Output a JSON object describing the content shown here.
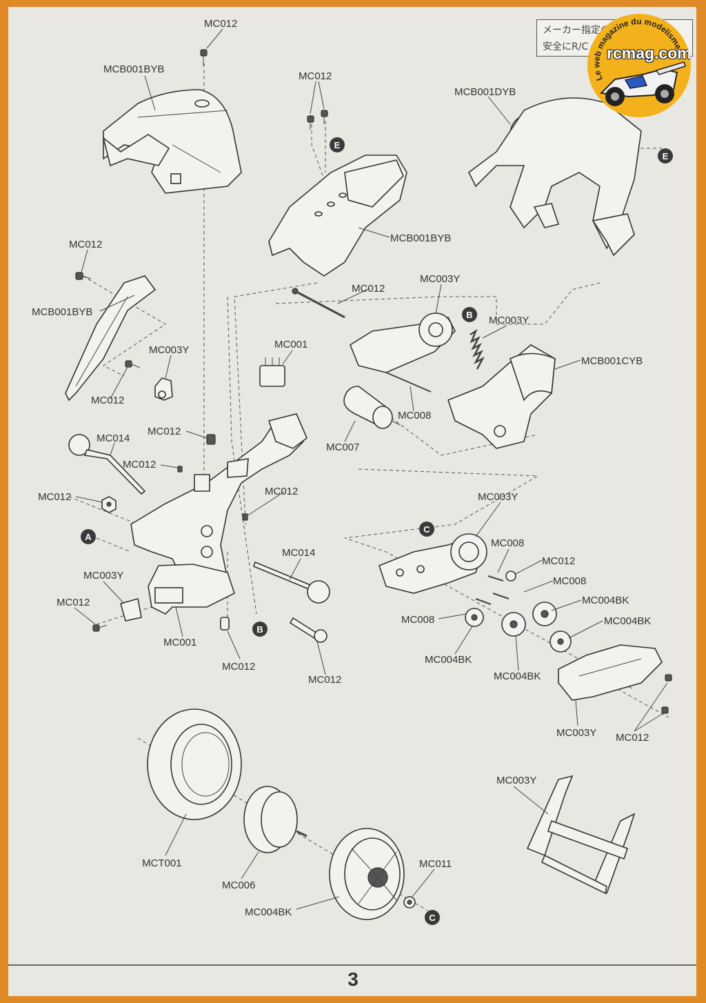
{
  "notice": {
    "line1": "メーカー指定の",
    "line2": "安全にR/C"
  },
  "logo": {
    "name": "rcmag.com",
    "tagline": "Le web magazine du modelisme"
  },
  "markers": [
    "A",
    "B",
    "C",
    "E"
  ],
  "labels": {
    "seat_screw": "MC012",
    "fuel_tank": "MCB001BYB",
    "tail_screws": "MC012",
    "tail_cowl": "MCB001BYB",
    "rider": "MCB001DYB",
    "side_screw": "MC012",
    "side_arm": "MCB001BYB",
    "clip_left": "MC003Y",
    "screw_left": "MC012",
    "connector": "MC001",
    "shock_screw": "MC012",
    "shock_spring": "MC003Y",
    "swing_body": "MCB001CYB",
    "long_screw": "MC012",
    "pulley_cover": "MC003Y",
    "pin_upper": "MC008",
    "motor": "MC007",
    "rod_left": "MC014",
    "insert_upper": "MC012",
    "insert_lower": "MC012",
    "nut": "MC012",
    "insert_mid": "MC012",
    "bracket": "MC003Y",
    "bracket_screw": "MC012",
    "frame_base": "MC001",
    "rod_right": "MC014",
    "bottom_insert": "MC012",
    "bottom_screw": "MC012",
    "gear_plate": "MC003Y",
    "pin_a": "MC008",
    "washer": "MC012",
    "pin_b": "MC008",
    "gear_a": "MC004BK",
    "pin_c": "MC008",
    "gear_b": "MC004BK",
    "gear_small": "MC004BK",
    "gear_c": "MC004BK",
    "gear_cover": "MC003Y",
    "cover_screws": "MC012",
    "tire": "MCT001",
    "inner_wheel": "MC006",
    "hub": "MC004BK",
    "hub_washer": "MC011",
    "stand": "MC003Y"
  },
  "page_number": "3"
}
